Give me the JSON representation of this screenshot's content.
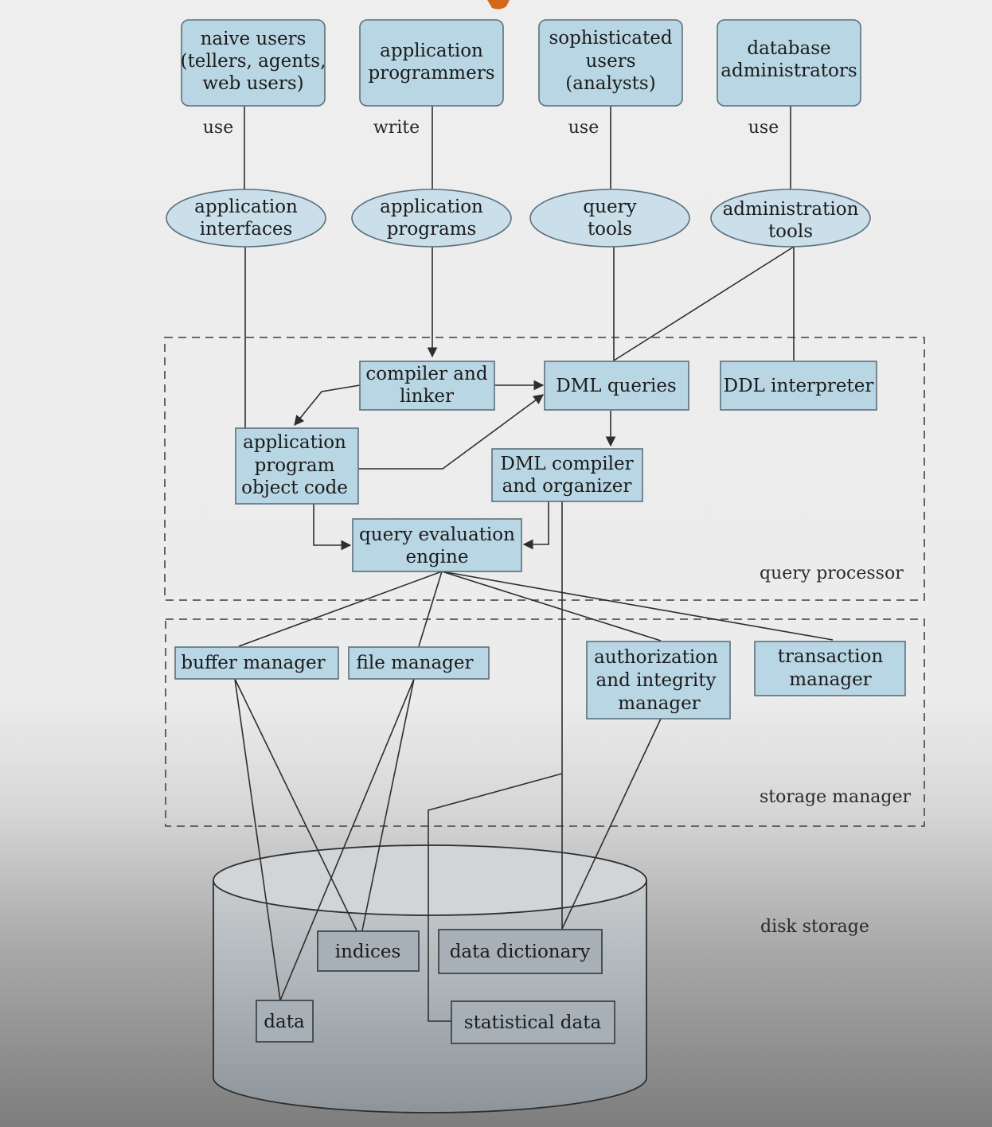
{
  "users": [
    {
      "id": "naive",
      "lines": [
        "naive users",
        "(tellers, agents,",
        "web users)"
      ],
      "verb": "use"
    },
    {
      "id": "programmers",
      "lines": [
        "application",
        "programmers"
      ],
      "verb": "write"
    },
    {
      "id": "analysts",
      "lines": [
        "sophisticated",
        "users",
        "(analysts)"
      ],
      "verb": "use"
    },
    {
      "id": "dba",
      "lines": [
        "database",
        "administrators"
      ],
      "verb": "use"
    }
  ],
  "tools": [
    {
      "id": "app-interfaces",
      "lines": [
        "application",
        "interfaces"
      ]
    },
    {
      "id": "app-programs",
      "lines": [
        "application",
        "programs"
      ]
    },
    {
      "id": "query-tools",
      "lines": [
        "query",
        "tools"
      ]
    },
    {
      "id": "admin-tools",
      "lines": [
        "administration",
        "tools"
      ]
    }
  ],
  "query_processor": {
    "label": "query processor",
    "compiler_linker": [
      "compiler and",
      "linker"
    ],
    "dml_queries": [
      "DML queries"
    ],
    "ddl_interpreter": [
      "DDL interpreter"
    ],
    "app_object_code": [
      "application",
      "program",
      "object code"
    ],
    "dml_compiler": [
      "DML compiler",
      "and organizer"
    ],
    "query_eval": [
      "query evaluation",
      "engine"
    ]
  },
  "storage_manager": {
    "label": "storage manager",
    "buffer_manager": [
      "buffer manager"
    ],
    "file_manager": [
      "file manager"
    ],
    "auth_manager": [
      "authorization",
      "and integrity",
      "manager"
    ],
    "transaction_manager": [
      "transaction",
      "manager"
    ]
  },
  "disk_storage": {
    "label": "disk storage",
    "indices": "indices",
    "data_dictionary": "data dictionary",
    "data": "data",
    "statistical_data": "statistical data"
  },
  "colors": {
    "box_fill": "#b9d6e4",
    "disk_box_fill": "#a7b0b6",
    "title_accent": "#d4691e"
  }
}
